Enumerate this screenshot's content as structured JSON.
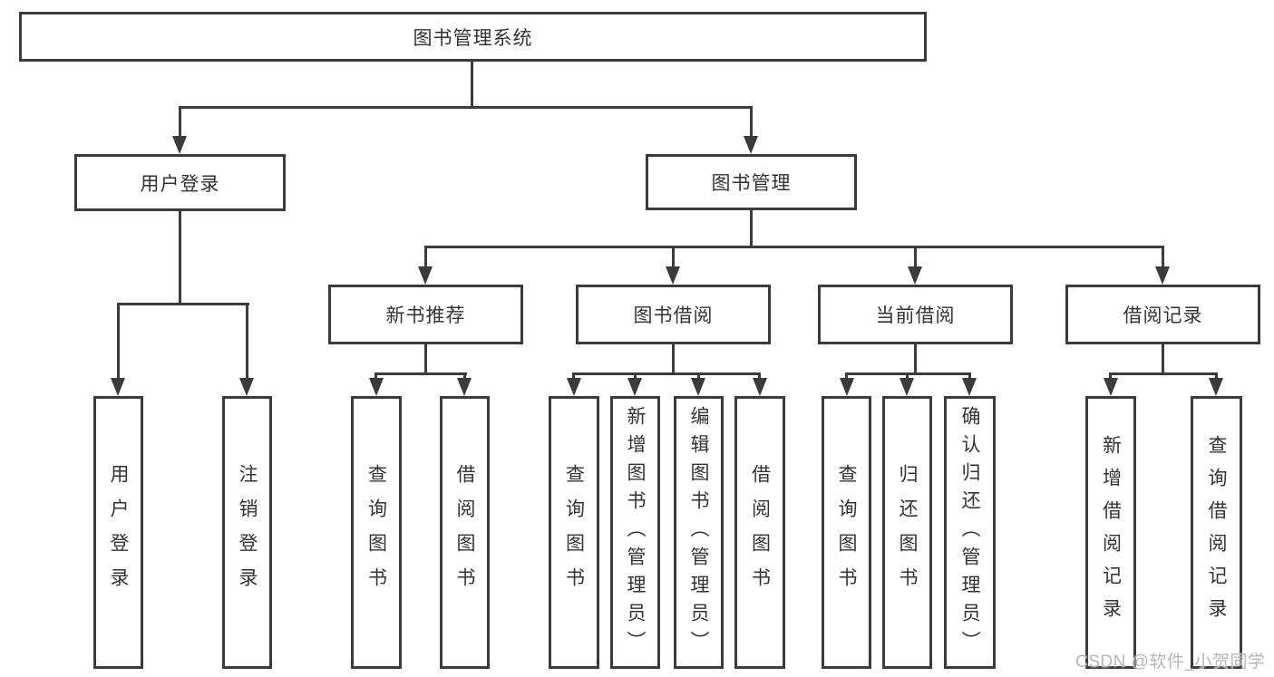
{
  "tree": {
    "label": "图书管理系统",
    "children": [
      {
        "label": "用户登录",
        "children": [
          {
            "label": "用户登录"
          },
          {
            "label": "注销登录"
          }
        ]
      },
      {
        "label": "图书管理",
        "children": [
          {
            "label": "新书推荐",
            "children": [
              {
                "label": "查询图书"
              },
              {
                "label": "借阅图书"
              }
            ]
          },
          {
            "label": "图书借阅",
            "children": [
              {
                "label": "查询图书"
              },
              {
                "label": "新增图书（管理员）"
              },
              {
                "label": "编辑图书（管理员）"
              },
              {
                "label": "借阅图书"
              }
            ]
          },
          {
            "label": "当前借阅",
            "children": [
              {
                "label": "查询图书"
              },
              {
                "label": "归还图书"
              },
              {
                "label": "确认归还（管理员）"
              }
            ]
          },
          {
            "label": "借阅记录",
            "children": [
              {
                "label": "新增借阅记录"
              },
              {
                "label": "查询借阅记录"
              }
            ]
          }
        ]
      }
    ]
  },
  "watermark": {
    "text": "CSDN @软件_小贺同学",
    "color": "#b3b8bd"
  },
  "colors": {
    "stroke": "#3b3b3b",
    "text": "#333333",
    "background": "#ffffff"
  }
}
